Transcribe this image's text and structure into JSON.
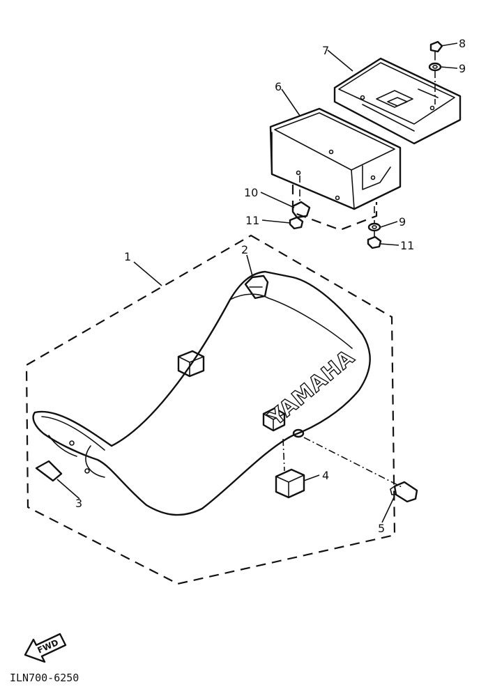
{
  "callouts": {
    "c1": "1",
    "c2": "2",
    "c3": "3",
    "c4": "4",
    "c5": "5",
    "c6": "6",
    "c7": "7",
    "c8": "8",
    "c9a": "9",
    "c9b": "9",
    "c10": "10",
    "c11a": "11",
    "c11b": "11"
  },
  "seat_brand": "YAMAHA",
  "direction_label": "FWD",
  "drawing_number": "ILN700-6250",
  "colors": {
    "ink": "#111111",
    "paper": "#ffffff"
  }
}
